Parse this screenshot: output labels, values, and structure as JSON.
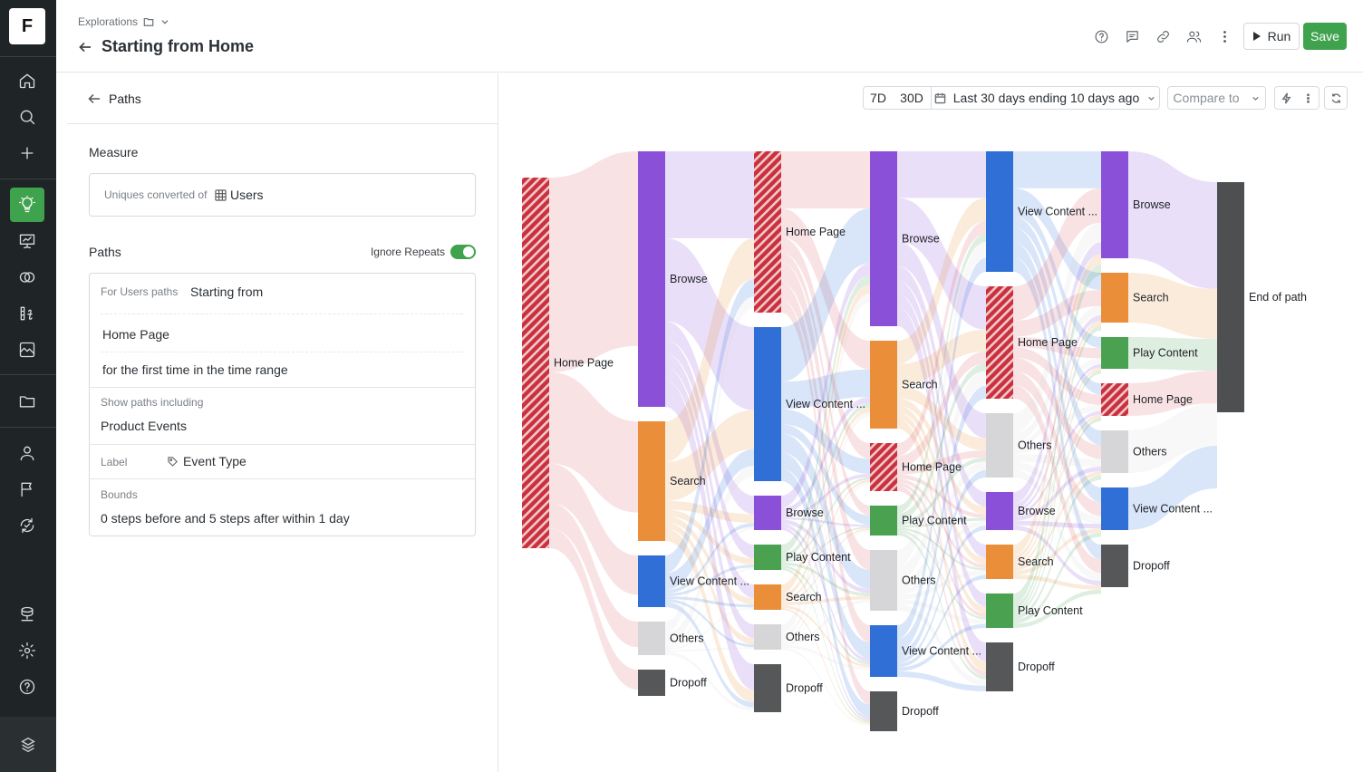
{
  "app": {
    "logo": "F"
  },
  "breadcrumb": {
    "label": "Explorations"
  },
  "page": {
    "title": "Starting from Home"
  },
  "toolbar": {
    "run_label": "Run",
    "save_label": "Save"
  },
  "panel": {
    "back_label": "Paths",
    "measure": {
      "heading": "Measure",
      "prefix": "Uniques converted of",
      "entity": "Users"
    },
    "paths": {
      "heading": "Paths",
      "ignore_repeats_label": "Ignore Repeats",
      "ignore_repeats": true,
      "for_label": "For Users paths",
      "mode": "Starting from",
      "event": "Home Page",
      "qualifier": "for the first time in the time range",
      "including_label": "Show paths including",
      "including_value": "Product Events",
      "label_label": "Label",
      "label_value": "Event Type",
      "bounds_label": "Bounds",
      "bounds_value": "0 steps before and 5 steps after within 1 day"
    }
  },
  "controls": {
    "range_7d": "7D",
    "range_30d": "30D",
    "date_range": "Last 30 days ending 10 days ago",
    "compare": "Compare to"
  },
  "colors": {
    "home": "#c8313d",
    "browse": "#8a50d8",
    "search": "#ea8e3a",
    "view": "#2f6fd6",
    "play": "#4aa251",
    "others": "#d6d6d8",
    "dropoff": "#555759",
    "end": "#4d4f51",
    "accent": "#3fa34d"
  },
  "chart_data": {
    "type": "sankey",
    "steps": [
      {
        "nodes": [
          {
            "label": "Home Page",
            "category": "home",
            "value": 409
          }
        ]
      },
      {
        "nodes": [
          {
            "label": "Browse",
            "category": "browse",
            "value": 282
          },
          {
            "label": "Search",
            "category": "search",
            "value": 132
          },
          {
            "label": "View Content ...",
            "category": "view",
            "value": 57
          },
          {
            "label": "Others",
            "category": "others",
            "value": 37
          },
          {
            "label": "Dropoff",
            "category": "dropoff",
            "value": 29
          }
        ]
      },
      {
        "nodes": [
          {
            "label": "Home Page",
            "category": "home",
            "value": 178
          },
          {
            "label": "View Content ...",
            "category": "view",
            "value": 170
          },
          {
            "label": "Browse",
            "category": "browse",
            "value": 38
          },
          {
            "label": "Play Content",
            "category": "play",
            "value": 28
          },
          {
            "label": "Search",
            "category": "search",
            "value": 28
          },
          {
            "label": "Others",
            "category": "others",
            "value": 28
          },
          {
            "label": "Dropoff",
            "category": "dropoff",
            "value": 53
          }
        ]
      },
      {
        "nodes": [
          {
            "label": "Browse",
            "category": "browse",
            "value": 193
          },
          {
            "label": "Search",
            "category": "search",
            "value": 97
          },
          {
            "label": "Home Page",
            "category": "home",
            "value": 53
          },
          {
            "label": "Play Content",
            "category": "play",
            "value": 33
          },
          {
            "label": "Others",
            "category": "others",
            "value": 67
          },
          {
            "label": "View Content ...",
            "category": "view",
            "value": 57
          },
          {
            "label": "Dropoff",
            "category": "dropoff",
            "value": 44
          }
        ]
      },
      {
        "nodes": [
          {
            "label": "View Content ...",
            "category": "view",
            "value": 133
          },
          {
            "label": "Home Page",
            "category": "home",
            "value": 124
          },
          {
            "label": "Others",
            "category": "others",
            "value": 71
          },
          {
            "label": "Browse",
            "category": "browse",
            "value": 42
          },
          {
            "label": "Search",
            "category": "search",
            "value": 38
          },
          {
            "label": "Play Content",
            "category": "play",
            "value": 38
          },
          {
            "label": "Dropoff",
            "category": "dropoff",
            "value": 54
          }
        ]
      },
      {
        "nodes": [
          {
            "label": "Browse",
            "category": "browse",
            "value": 118
          },
          {
            "label": "Search",
            "category": "search",
            "value": 55
          },
          {
            "label": "Play Content",
            "category": "play",
            "value": 35
          },
          {
            "label": "Home Page",
            "category": "home",
            "value": 36
          },
          {
            "label": "Others",
            "category": "others",
            "value": 47
          },
          {
            "label": "View Content ...",
            "category": "view",
            "value": 47
          },
          {
            "label": "Dropoff",
            "category": "dropoff",
            "value": 47
          }
        ]
      },
      {
        "nodes": [
          {
            "label": "End of path",
            "category": "end",
            "value": 254
          }
        ]
      }
    ]
  }
}
